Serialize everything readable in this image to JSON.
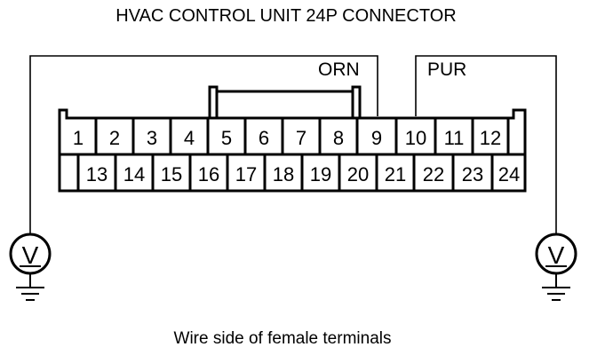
{
  "title": "HVAC CONTROL UNIT 24P CONNECTOR",
  "wire_labels": {
    "pin9_color": "ORN",
    "pin10_color": "PUR"
  },
  "connector": {
    "top_row_pins": [
      "1",
      "2",
      "3",
      "4",
      "5",
      "6",
      "7",
      "8",
      "9",
      "10",
      "11",
      "12"
    ],
    "bottom_row_pins": [
      "13",
      "14",
      "15",
      "16",
      "17",
      "18",
      "19",
      "20",
      "21",
      "22",
      "23",
      "24"
    ]
  },
  "meters": {
    "left_icon": "voltmeter-icon",
    "right_icon": "voltmeter-icon",
    "left_symbol": "V",
    "right_symbol": "V"
  },
  "caption": "Wire side of female terminals"
}
